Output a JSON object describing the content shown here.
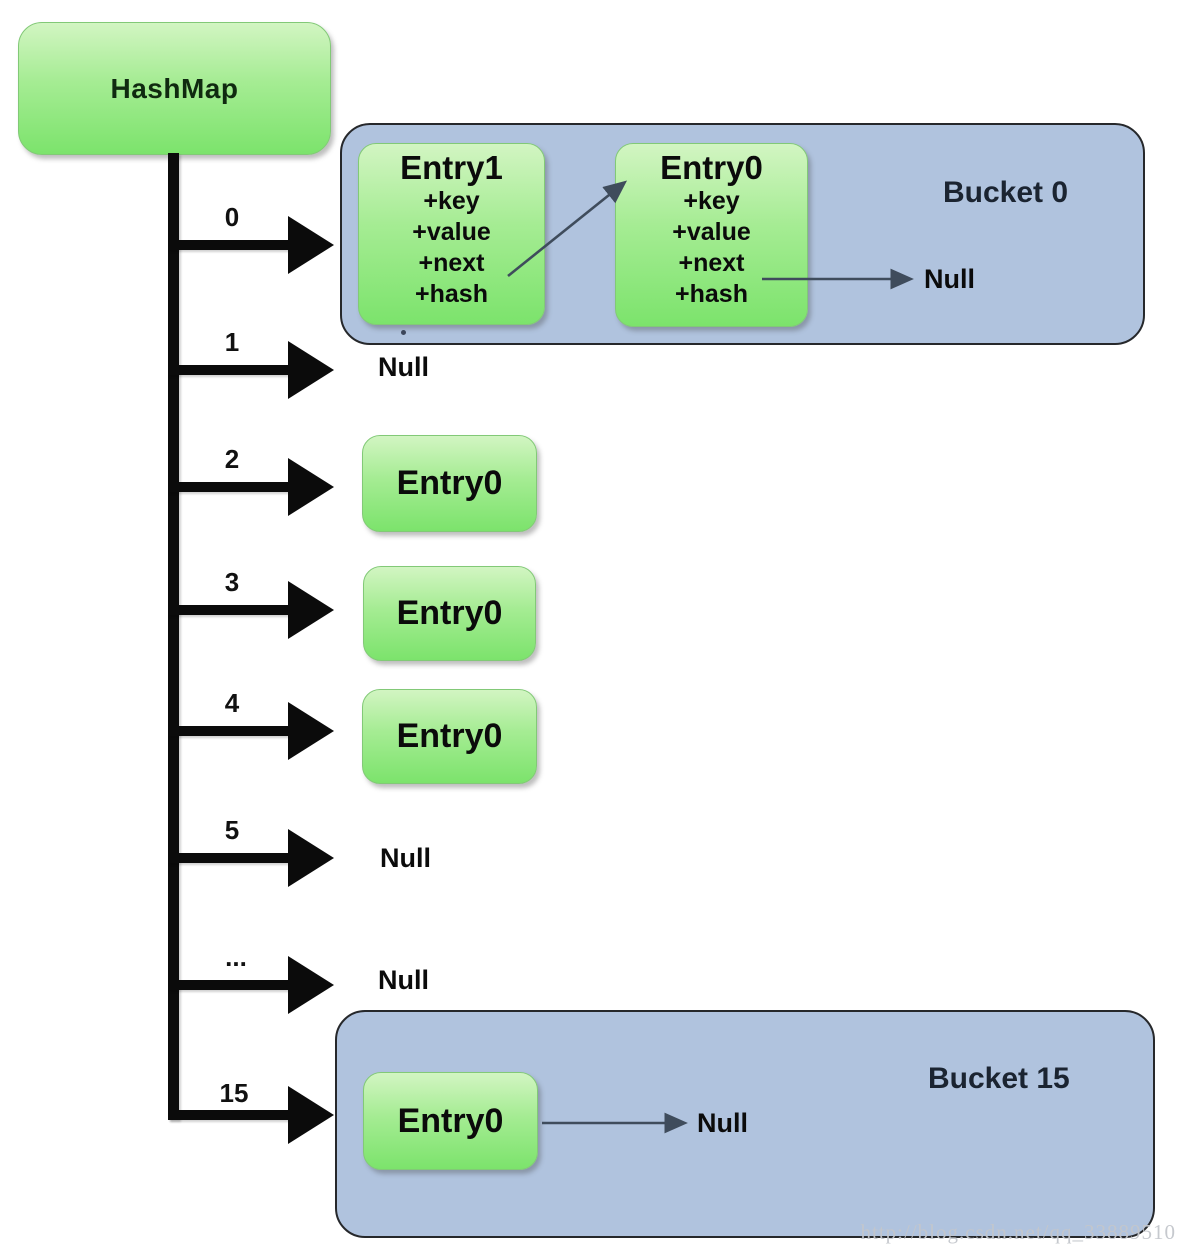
{
  "root": {
    "label": "HashMap"
  },
  "bucket0": {
    "label": "Bucket 0",
    "entry1": {
      "title": "Entry1",
      "fields": [
        "+key",
        "+value",
        "+next",
        "+hash"
      ]
    },
    "entry0": {
      "title": "Entry0",
      "fields": [
        "+key",
        "+value",
        "+next",
        "+hash"
      ]
    },
    "next_target": "Null"
  },
  "index_rows": [
    {
      "index": "0",
      "target": "Bucket 0"
    },
    {
      "index": "1",
      "target": "Null"
    },
    {
      "index": "2",
      "target": "Entry0"
    },
    {
      "index": "3",
      "target": "Entry0"
    },
    {
      "index": "4",
      "target": "Entry0"
    },
    {
      "index": "5",
      "target": "Null"
    },
    {
      "index": "...",
      "target": "Null"
    },
    {
      "index": "15",
      "target": "Bucket 15"
    }
  ],
  "bucket15": {
    "label": "Bucket 15",
    "entry": {
      "title": "Entry0"
    },
    "next_target": "Null"
  },
  "watermark": "http://blog.csdn.net/qq_33889510",
  "colors": {
    "entry_green_top": "#d2f5c2",
    "entry_green_bottom": "#7ce36c",
    "bucket_fill": "#b0c3de",
    "bucket_border": "#26282b",
    "tree_line": "#0b0b0b",
    "thin_arrow": "#3f4c5c"
  }
}
